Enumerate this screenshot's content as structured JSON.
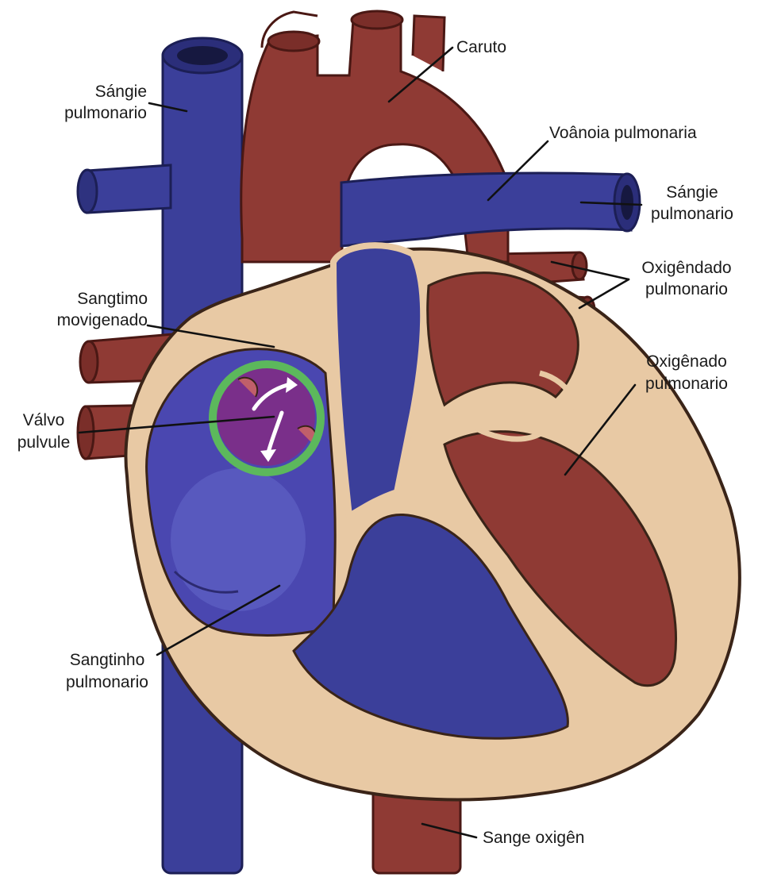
{
  "colors": {
    "blood_deoxygenated": "#3b3f9a",
    "blood_oxygenated": "#8f3a34",
    "heart_wall": "#e8c9a4",
    "septal_defect": "#7a2f8a",
    "highlight_ring": "#5cb85c"
  },
  "labels": {
    "caruto": "Caruto",
    "sangie_top_1": "Sángie",
    "sangie_top_2": "pulmonario",
    "voanoia": "Voânoia pulmonaria",
    "sangie_right_1": "Sángie",
    "sangie_right_2": "pulmonario",
    "oxigendado_1": "Oxigêndado",
    "oxigendado_2": "pulmonario",
    "sangtimo_1": "Sangtimo",
    "sangtimo_2": "movigenado",
    "oxigenado_1": "Oxigênado",
    "oxigenado_2": "pulmonario",
    "valvo_1": "Válvo",
    "valvo_2": "pulvule",
    "sangtinho_1": "Sangtinho",
    "sangtinho_2": "pulmonario",
    "sange_oxigen": "Sange oxigên"
  },
  "icons": [
    "shunt-arrow-up-icon",
    "shunt-arrow-down-icon"
  ]
}
